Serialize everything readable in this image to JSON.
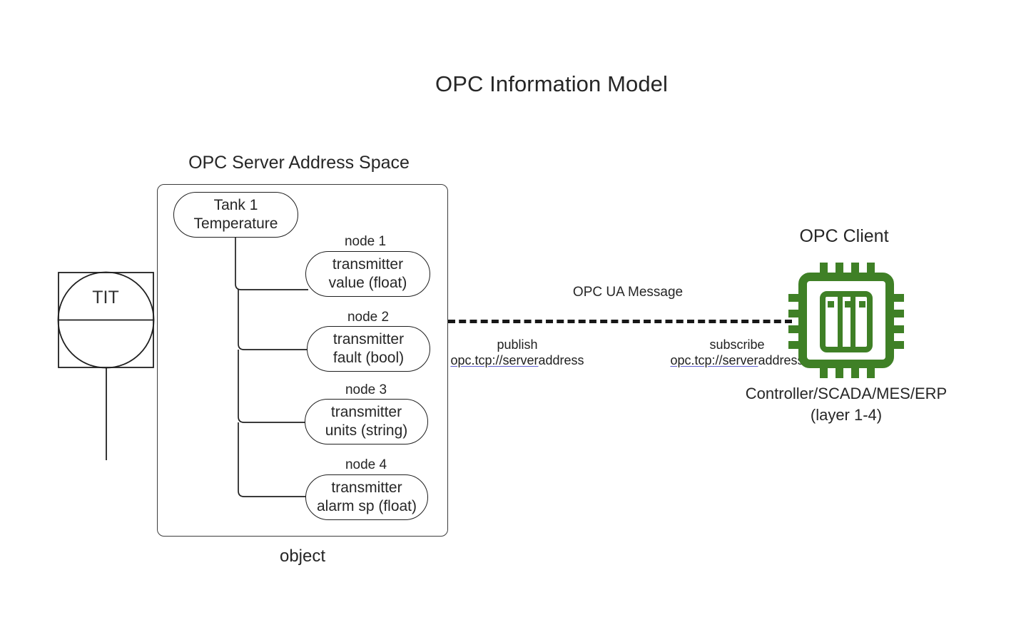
{
  "diagram": {
    "title": "OPC Information Model",
    "accent_green": "#3f8026",
    "line_color": "#1f1f1f",
    "link_underline_color": "#5f5fd0",
    "background": "#ffffff"
  },
  "server": {
    "title": "OPC Server Address Space",
    "object_label": "object",
    "root": {
      "line1": "Tank 1",
      "line2": "Temperature"
    },
    "nodes": [
      {
        "caption": "node 1",
        "line1": "transmitter",
        "line2": "value (float)"
      },
      {
        "caption": "node 2",
        "line1": "transmitter",
        "line2": "fault (bool)"
      },
      {
        "caption": "node 3",
        "line1": "transmitter",
        "line2": "units (string)"
      },
      {
        "caption": "node 4",
        "line1": "transmitter",
        "line2": "alarm sp (float)"
      }
    ]
  },
  "field_device": {
    "tag": "TIT",
    "icon": "instrument-balloon-icon"
  },
  "link": {
    "label": "OPC UA Message",
    "style": "dashed",
    "publish": {
      "mode": "publish",
      "address_link": "opc.tcp://server",
      "address_tail": "address"
    },
    "subscribe": {
      "mode": "subscribe",
      "address_link": "opc.tcp://server",
      "address_tail": "address"
    }
  },
  "client": {
    "title": "OPC Client",
    "icon": "cpu-chip-icon",
    "role_line1": "Controller/SCADA/MES/ERP",
    "role_line2": "(layer 1-4)"
  }
}
